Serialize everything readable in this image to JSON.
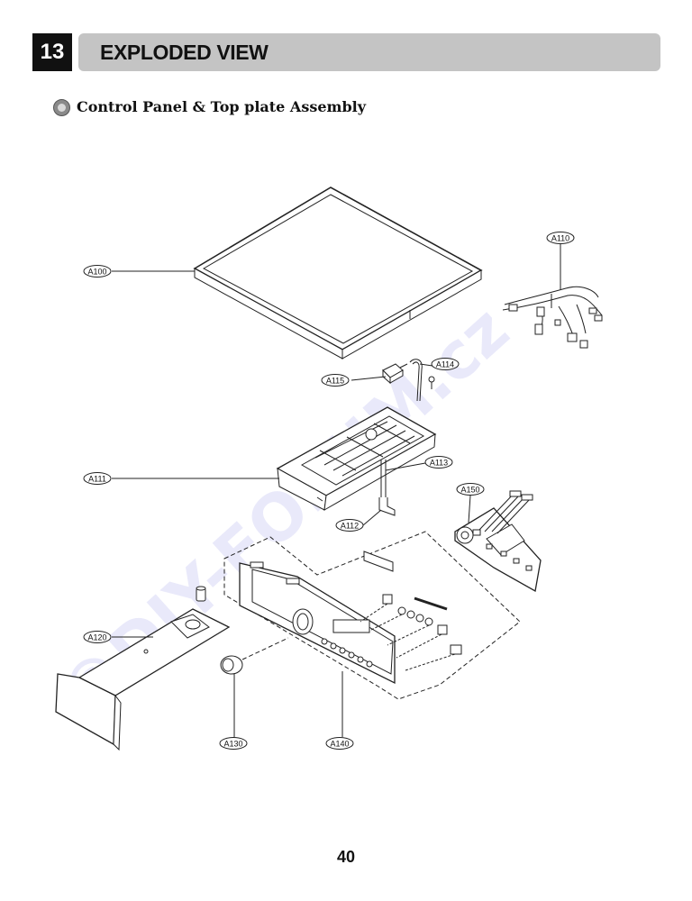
{
  "header": {
    "section_number": "13",
    "title": "EXPLODED VIEW"
  },
  "subheading": "Control Panel & Top plate Assembly",
  "parts": {
    "A100": "A100",
    "A110": "A110",
    "A111": "A111",
    "A112": "A112",
    "A113": "A113",
    "A114": "A114",
    "A115": "A115",
    "A120": "A120",
    "A130": "A130",
    "A140": "A140",
    "A150": "A150"
  },
  "watermark": "©DIY-FORUM.cz",
  "page_number": "40",
  "colors": {
    "header_bar": "#c4c4c4",
    "header_box": "#111111",
    "watermark": "#d8d8f6"
  }
}
